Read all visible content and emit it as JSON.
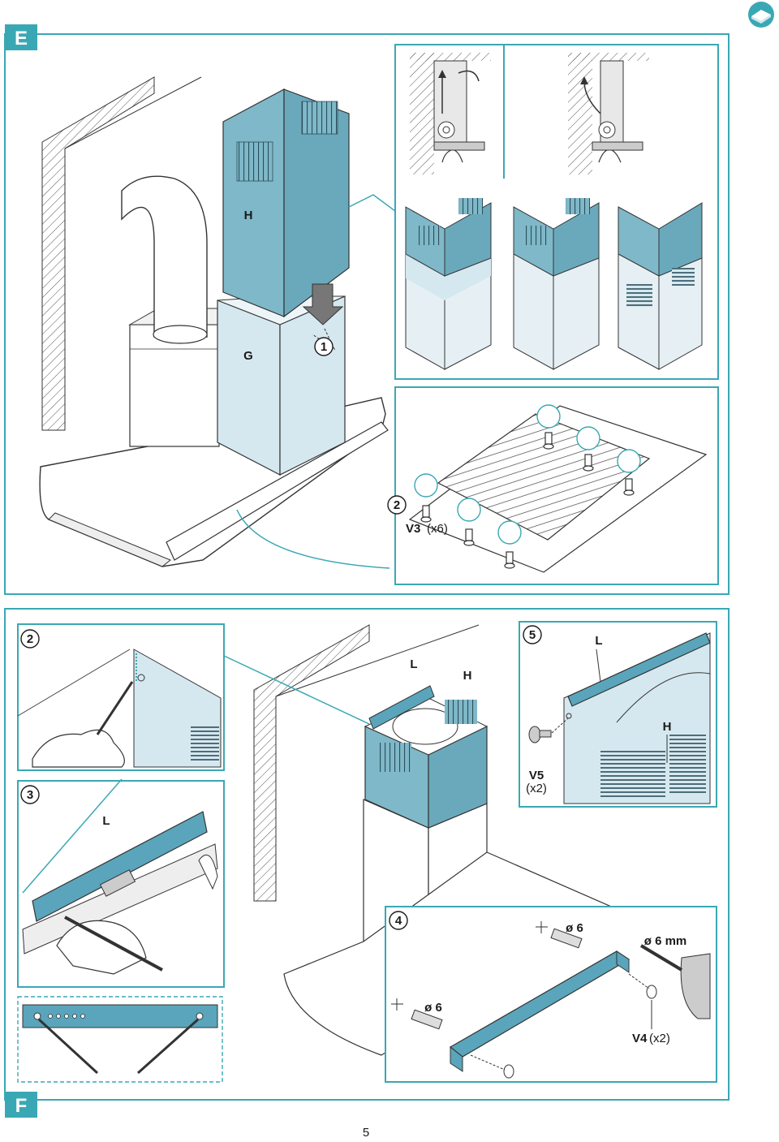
{
  "sections": {
    "top": "E",
    "bottom": "F"
  },
  "labels": {
    "H": "H",
    "G": "G",
    "L": "L",
    "v3_code": "V3",
    "v3_count": "(x6)",
    "v5_code": "V5",
    "v5_count": "(x2)",
    "v4_code": "V4",
    "v4_count": "(x2)",
    "dia_6": "ø 6",
    "dia_6mm": "ø 6 mm"
  },
  "steps": {
    "s1": "1",
    "s2": "2",
    "s3": "3",
    "s4": "4",
    "s5": "5"
  },
  "page_number": "5",
  "icons": {
    "corner": "book-icon"
  },
  "colors": {
    "accent": "#3aa8b4",
    "panel_blue": "#7fb8c8",
    "panel_light": "#d6e8ef",
    "rail_blue": "#5aa5bb"
  }
}
